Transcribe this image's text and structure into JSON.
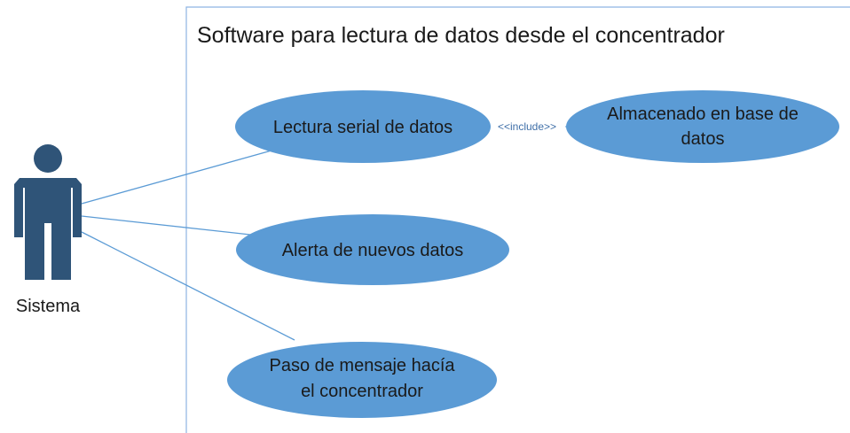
{
  "system": {
    "title": "Software para lectura de datos desde el concentrador"
  },
  "actor": {
    "label": "Sistema",
    "icon": "person-icon"
  },
  "use_cases": [
    {
      "id": "lectura",
      "lines": [
        "Lectura serial de datos"
      ]
    },
    {
      "id": "almacenado",
      "lines": [
        "Almacenado en base de",
        "datos"
      ]
    },
    {
      "id": "alerta",
      "lines": [
        "Alerta de nuevos datos"
      ]
    },
    {
      "id": "paso",
      "lines": [
        "Paso de mensaje hacía",
        "el concentrador"
      ]
    }
  ],
  "relations": [
    {
      "from": "lectura",
      "to": "almacenado",
      "label": "<<include>>"
    }
  ],
  "colors": {
    "usecase_fill": "#5b9bd5",
    "actor_fill": "#2f5478",
    "line": "#5b9bd5",
    "boundary": "#8eb4e3"
  }
}
